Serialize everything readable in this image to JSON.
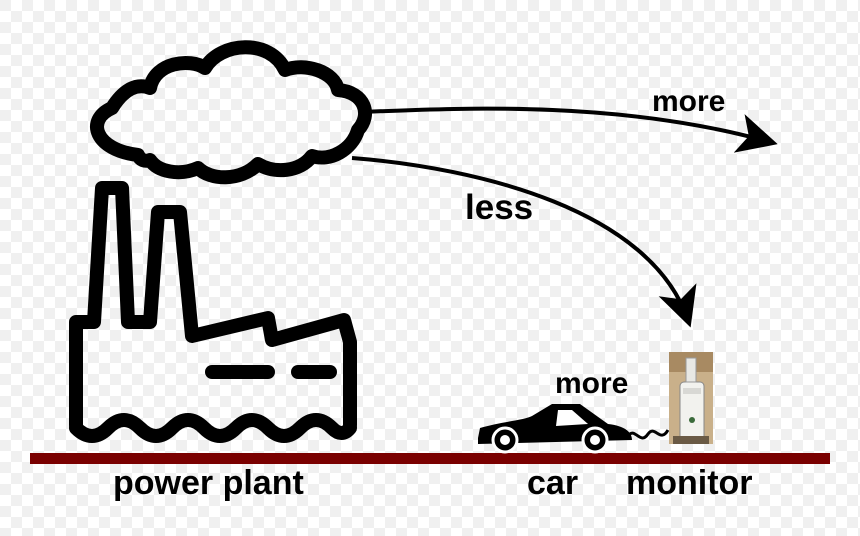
{
  "labels": {
    "emissions_far": "more",
    "emissions_near": "less",
    "car_contribution": "more",
    "power_plant": "power plant",
    "car": "car",
    "monitor": "monitor"
  },
  "colors": {
    "ground_line": "#7a0000",
    "ink": "#000000",
    "background": "#ffffff"
  },
  "icons": [
    "cloud-icon",
    "factory-icon",
    "car-icon",
    "air-monitor-icon"
  ]
}
